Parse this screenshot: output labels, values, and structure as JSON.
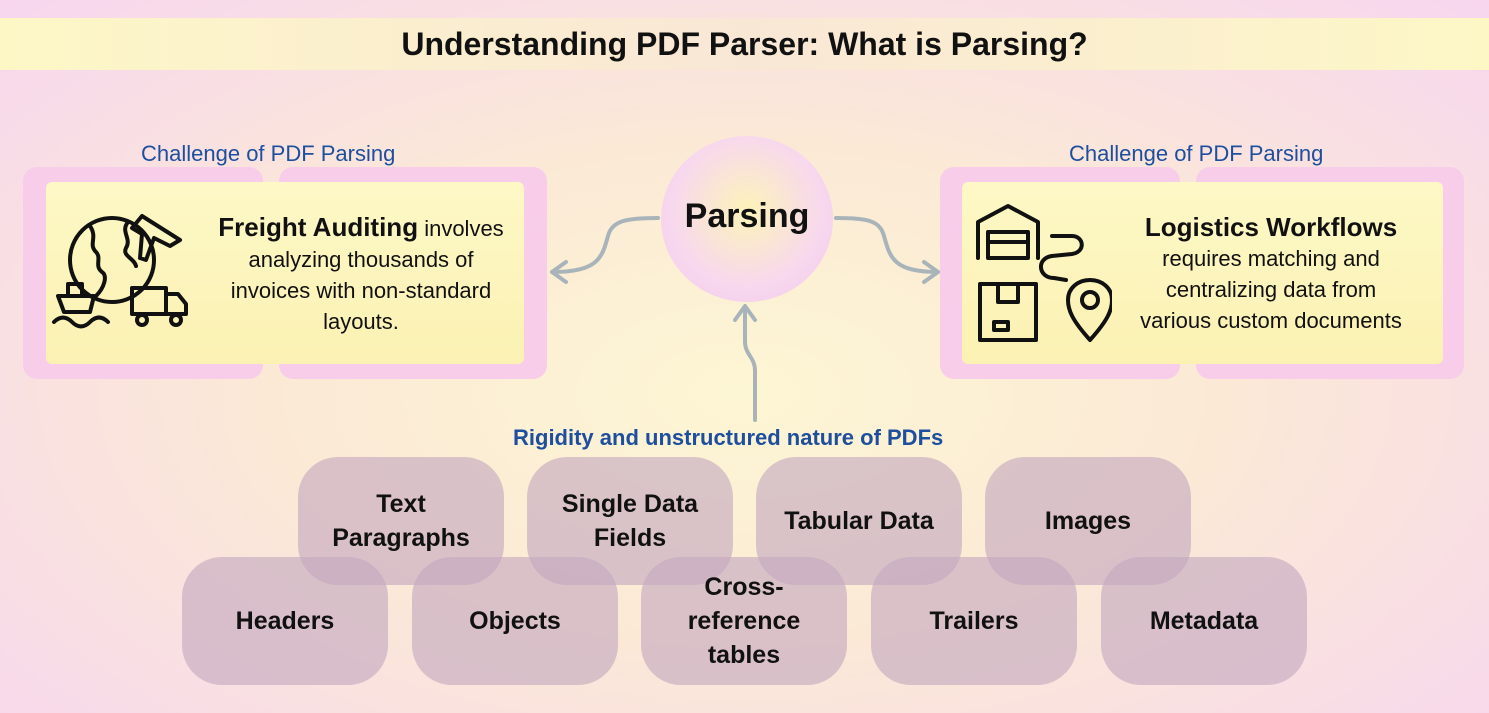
{
  "title": "Understanding PDF Parser: What is Parsing?",
  "hub": {
    "label": "Parsing"
  },
  "left_card": {
    "caption": "Challenge of PDF Parsing",
    "heading": "Freight Auditing",
    "line1": "involves",
    "line2": "analyzing thousands of",
    "line3": "invoices with non-standard",
    "line4": "layouts.",
    "icon": "freight-globe-ship-truck-icon"
  },
  "right_card": {
    "caption": "Challenge of PDF Parsing",
    "heading": "Logistics Workflows",
    "line1": "requires matching and",
    "line2": "centralizing data from",
    "line3": "various custom documents",
    "icon": "warehouse-box-location-icon"
  },
  "bottom": {
    "caption": "Rigidity and unstructured nature of PDFs",
    "top_row": [
      "Text Paragraphs",
      "Single Data Fields",
      "Tabular Data",
      "Images"
    ],
    "bottom_row": [
      "Headers",
      "Objects",
      "Cross-reference tables",
      "Trailers",
      "Metadata"
    ]
  },
  "colors": {
    "caption_blue": "#1d4f9e",
    "arrow_gray": "#a8b4b9",
    "card_yellow": "#fdf8c6",
    "card_shadow_pink": "#f7cdea",
    "pill_mauve": "#c4a8be"
  }
}
